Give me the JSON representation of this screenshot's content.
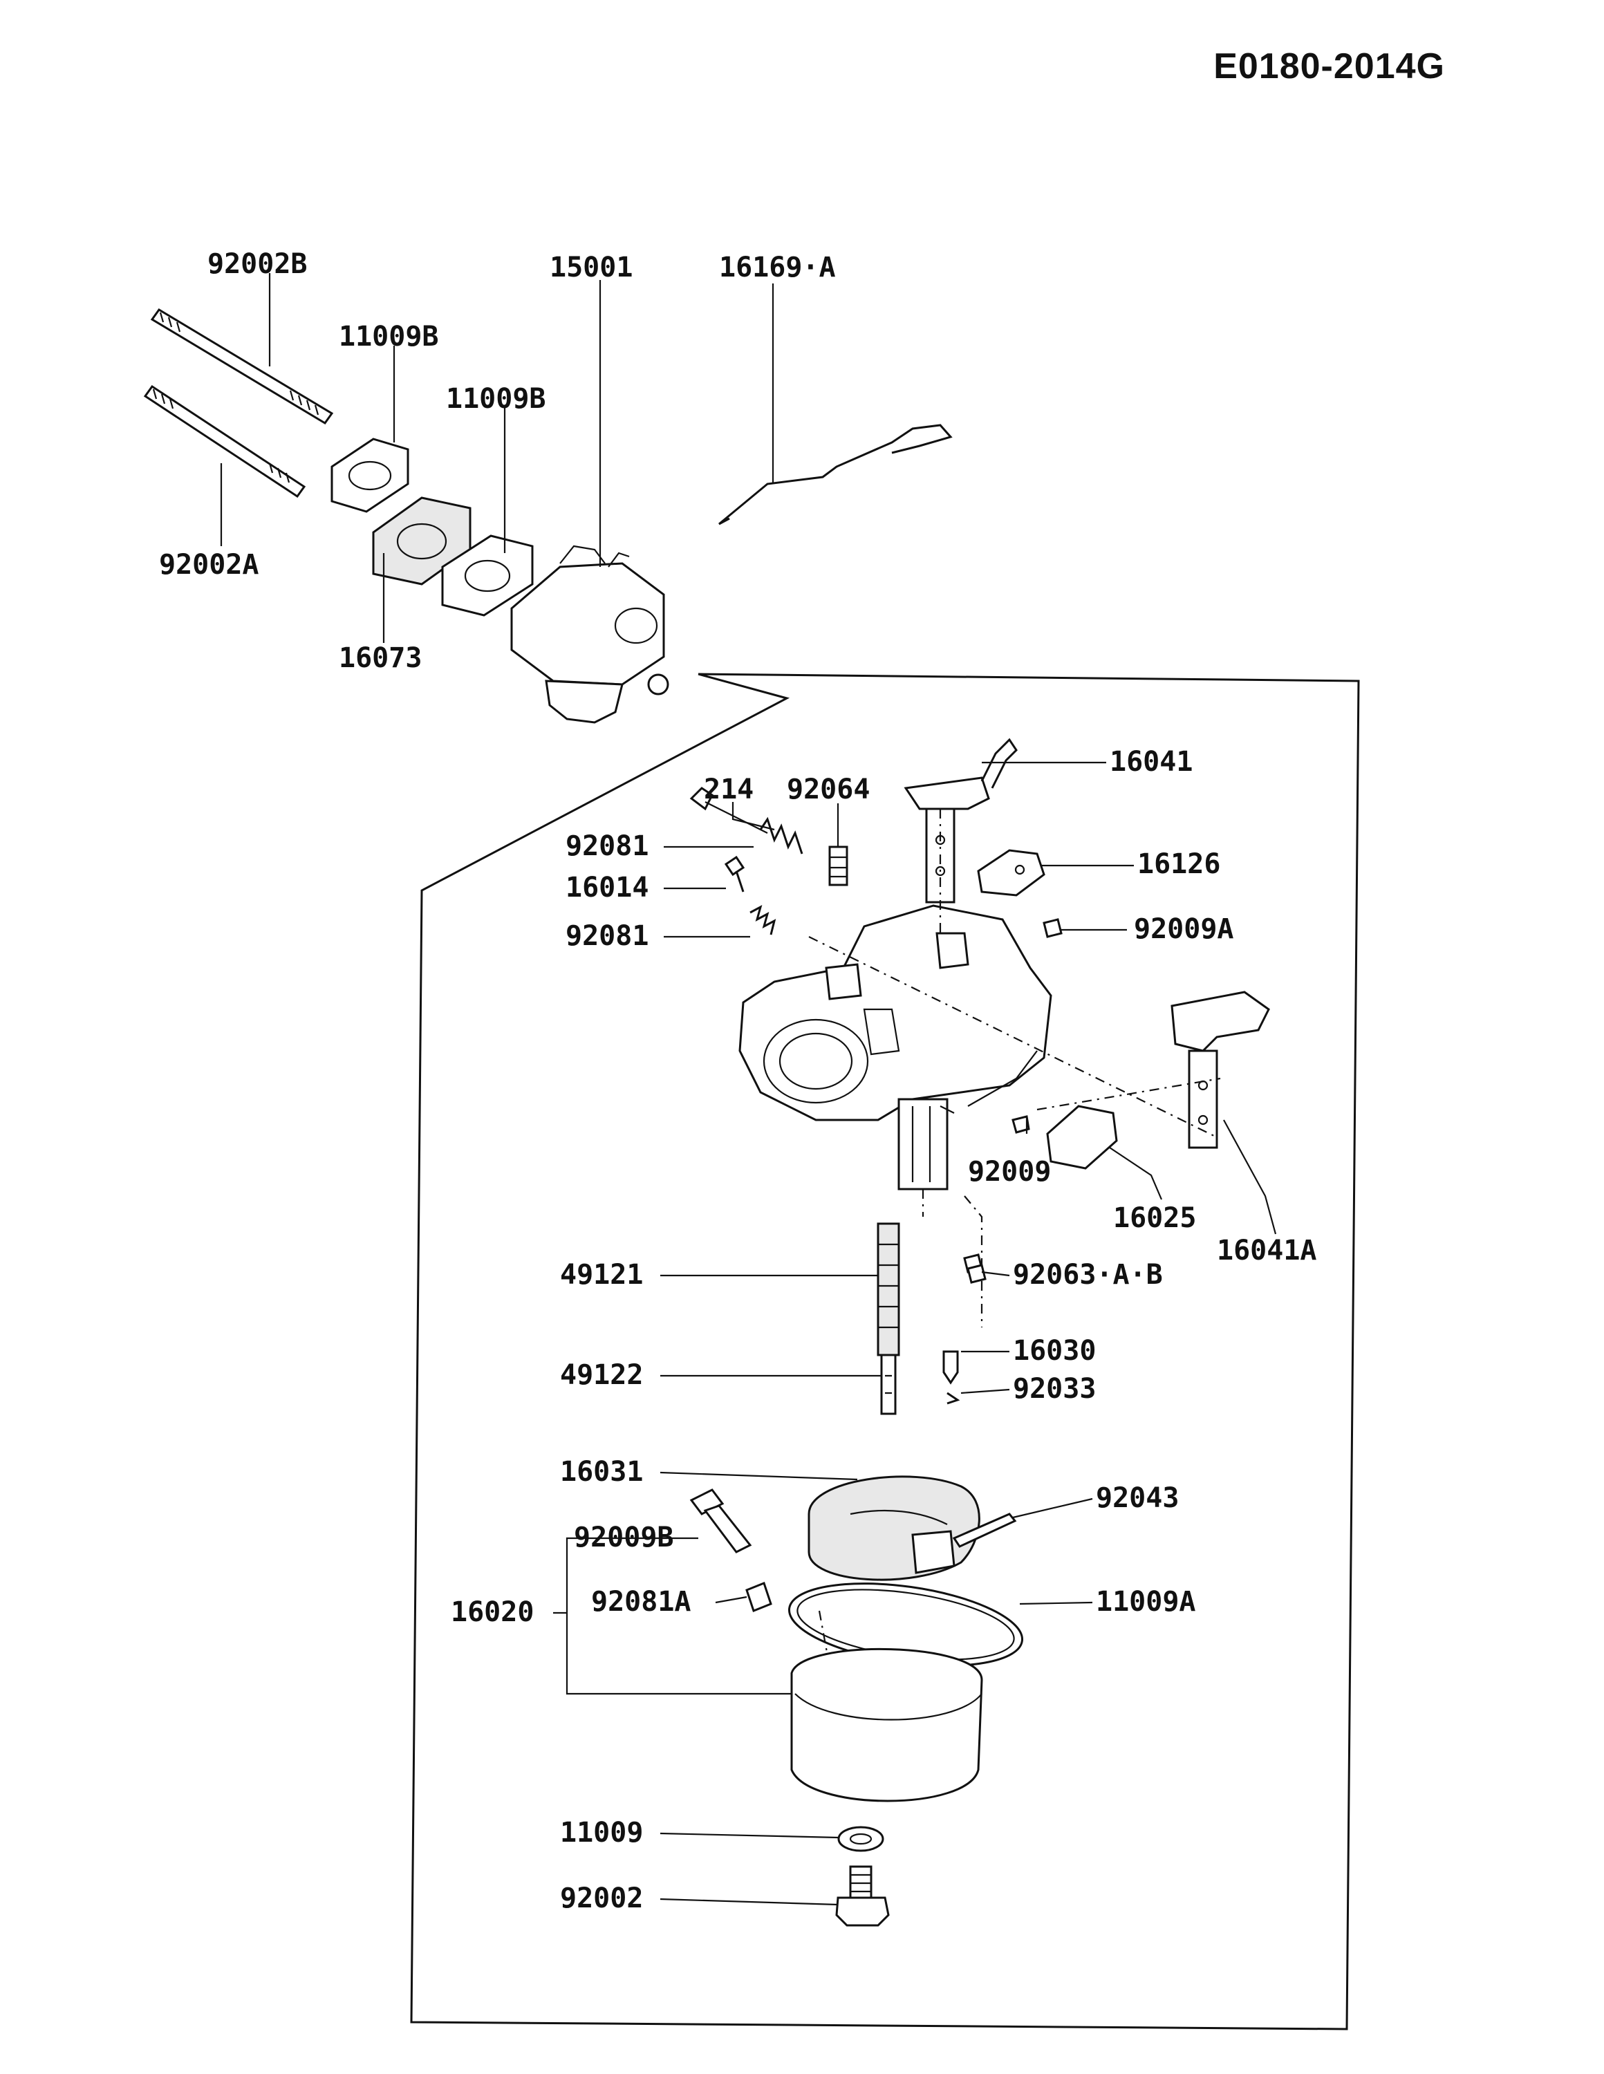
{
  "document": {
    "id": "E0180-2014G"
  },
  "labels": {
    "p92002B": "92002B",
    "p11009B_1": "11009B",
    "p15001": "15001",
    "p16169A": "16169·A",
    "p11009B_2": "11009B",
    "p92002A": "92002A",
    "p16073": "16073",
    "p214": "214",
    "p92064": "92064",
    "p16041": "16041",
    "p92081_1": "92081",
    "p16126": "16126",
    "p16014": "16014",
    "p92081_2": "92081",
    "p92009A": "92009A",
    "p92009": "92009",
    "p16025": "16025",
    "p16041A": "16041A",
    "p49121": "49121",
    "p92063AB": "92063·A·B",
    "p16030": "16030",
    "p49122": "49122",
    "p92033": "92033",
    "p16031": "16031",
    "p92043": "92043",
    "p92009B": "92009B",
    "p16020": "16020",
    "p92081A": "92081A",
    "p11009A": "11009A",
    "p11009": "11009",
    "p92002": "92002"
  }
}
